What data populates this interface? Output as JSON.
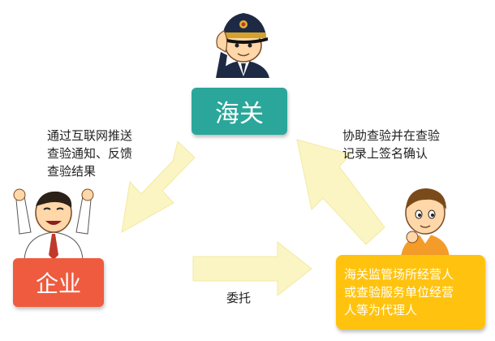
{
  "nodes": {
    "customs": {
      "label": "海关",
      "color": "#2aa79a"
    },
    "enterprise": {
      "label": "企业",
      "color": "#ef5b3f"
    },
    "agent": {
      "lines": [
        "海关监管场所经营人",
        "或查验服务单位经营",
        "人等为代理人"
      ],
      "color": "#ffc30f"
    }
  },
  "edges": {
    "customs_to_enterprise": {
      "lines": [
        "通过互联网推送",
        "查验通知、反馈",
        "查验结果"
      ]
    },
    "agent_to_customs": {
      "lines": [
        "协助查验并在查验",
        "记录上签名确认"
      ]
    },
    "enterprise_to_agent": {
      "label": "委托"
    }
  },
  "arrow_color": "#fbf5c4",
  "arrow_stroke": "#f2eaa0"
}
